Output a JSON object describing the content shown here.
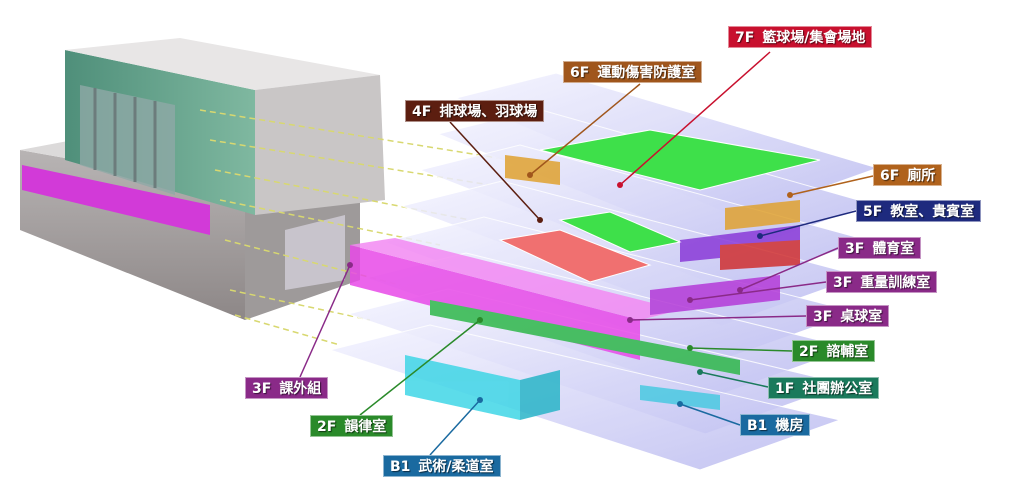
{
  "labels": [
    {
      "id": "7f-basketball",
      "floor": "7F",
      "name": "籃球場/集會場地",
      "color": "#c8102e"
    },
    {
      "id": "6f-sports-injury",
      "floor": "6F",
      "name": "運動傷害防護室",
      "color": "#a0561c"
    },
    {
      "id": "4f-volleyball",
      "floor": "4F",
      "name": "排球場、羽球場",
      "color": "#5c1e10"
    },
    {
      "id": "6f-restroom",
      "floor": "6F",
      "name": "廁所",
      "color": "#b0621c"
    },
    {
      "id": "5f-classroom",
      "floor": "5F",
      "name": "教室、貴賓室",
      "color": "#1e2a7e"
    },
    {
      "id": "3f-sports-office",
      "floor": "3F",
      "name": "體育室",
      "color": "#8a2a88"
    },
    {
      "id": "3f-weight-training",
      "floor": "3F",
      "name": "重量訓練室",
      "color": "#8a2a88"
    },
    {
      "id": "3f-table-tennis",
      "floor": "3F",
      "name": "桌球室",
      "color": "#8a2a88"
    },
    {
      "id": "2f-counseling",
      "floor": "2F",
      "name": "諮輔室",
      "color": "#2a8a2a"
    },
    {
      "id": "1f-club-office",
      "floor": "1F",
      "name": "社團辦公室",
      "color": "#1a7a5c"
    },
    {
      "id": "b1-machine-room",
      "floor": "B1",
      "name": "機房",
      "color": "#1a6aa0"
    },
    {
      "id": "3f-extracurricular",
      "floor": "3F",
      "name": "課外組",
      "color": "#8a2a88"
    },
    {
      "id": "2f-rhythm",
      "floor": "2F",
      "name": "韻律室",
      "color": "#2a8a2a"
    },
    {
      "id": "b1-martial-arts",
      "floor": "B1",
      "name": "武術/柔道室",
      "color": "#1a6aa0"
    }
  ]
}
